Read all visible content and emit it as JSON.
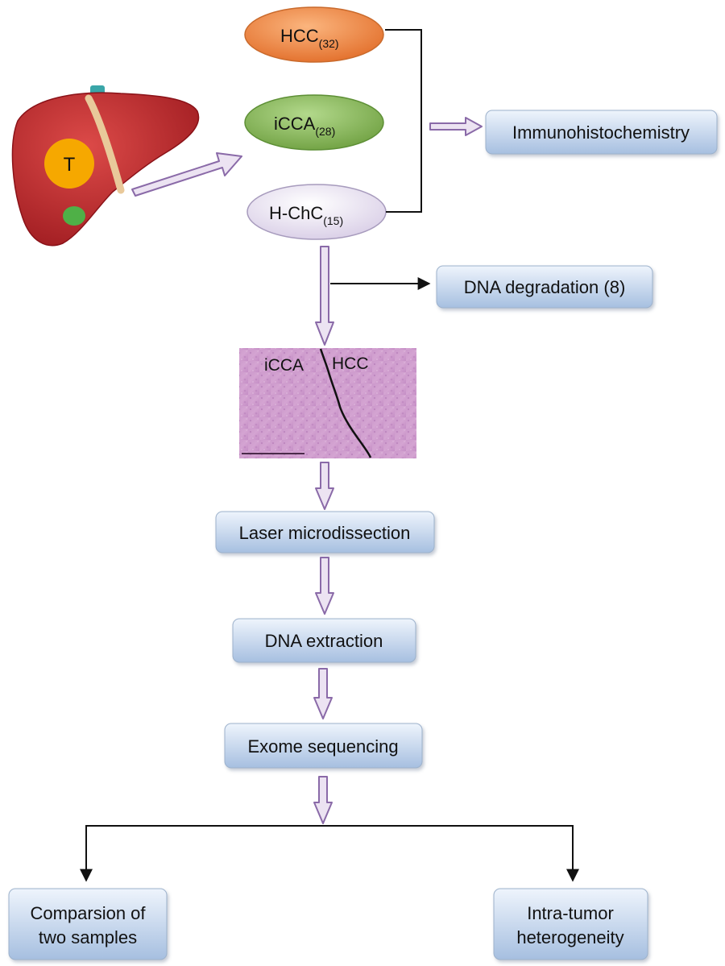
{
  "liver": {
    "tumor_label": "T"
  },
  "ovals": {
    "hcc": {
      "label": "HCC",
      "count": "(32)",
      "color": "#f28a4a"
    },
    "icca": {
      "label": "iCCA",
      "count": "(28)",
      "color": "#86b85a"
    },
    "hchc": {
      "label": "H-ChC",
      "count": "(15)",
      "color": "#ece6f4"
    }
  },
  "boxes": {
    "immunohistochemistry": "Immunohistochemistry",
    "dna_degradation": "DNA degradation (8)",
    "laser_microdissection": "Laser microdissection",
    "dna_extraction": "DNA extraction",
    "exome_sequencing": "Exome sequencing",
    "comparison_line1": "Comparsion of",
    "comparison_line2": "two samples",
    "heterogeneity_line1": "Intra-tumor",
    "heterogeneity_line2": "heterogeneity"
  },
  "histology": {
    "left_label": "iCCA",
    "right_label": "HCC"
  },
  "colors": {
    "box_top": "#e8f0fb",
    "box_bottom": "#a9c2e2",
    "hollow_arrow_fill": "#ece3f2",
    "hollow_arrow_stroke": "#8a6aa8",
    "liver": "#c42a2e",
    "tumor": "#f6a800",
    "histology": "#c68cc6"
  }
}
